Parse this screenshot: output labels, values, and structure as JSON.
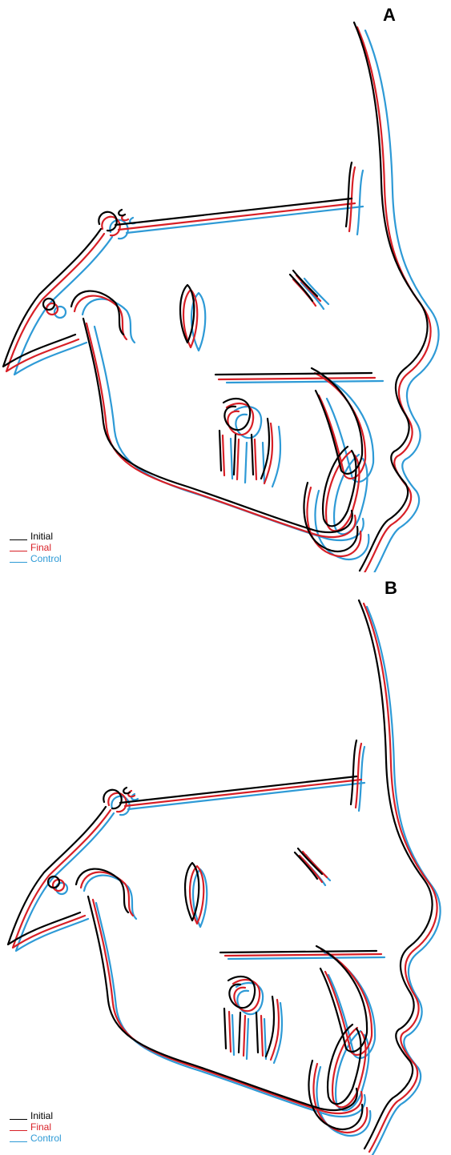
{
  "panels": [
    {
      "label": "A"
    },
    {
      "label": "B"
    }
  ],
  "legend": [
    {
      "label": "Initial",
      "color": "#000000"
    },
    {
      "label": "Final",
      "color": "#d81f26"
    },
    {
      "label": "Control",
      "color": "#2e9ad6"
    }
  ]
}
